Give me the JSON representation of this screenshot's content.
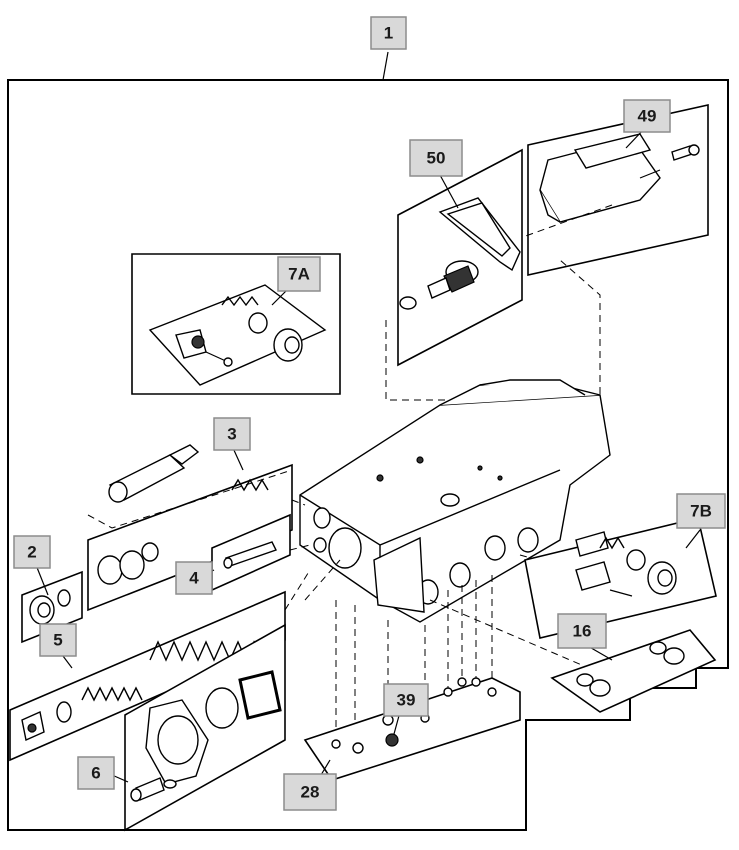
{
  "callouts": {
    "c1": "1",
    "c49": "49",
    "c50": "50",
    "c7a": "7A",
    "c3": "3",
    "c2": "2",
    "c4": "4",
    "c5": "5",
    "c7b": "7B",
    "c16": "16",
    "c39": "39",
    "c6": "6",
    "c28": "28"
  },
  "colors": {
    "callout_fill": "#d9d9d9",
    "callout_border": "#8c8c8c",
    "line": "#000000"
  }
}
